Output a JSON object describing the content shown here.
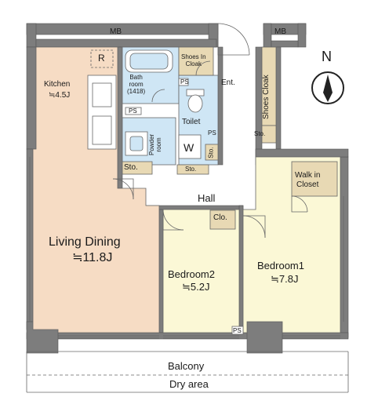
{
  "rooms": {
    "mb_left": "MB",
    "mb_right": "MB",
    "kitchen": "Kitchen",
    "kitchen_size": "≒4.5J",
    "refrigerator": "R",
    "bath": "Bath\nroom\n(1418)",
    "ps_bath": "PS",
    "ps_kitchen": "PS",
    "powder": "Powder\nroom",
    "washer": "W",
    "sto_powder": "Sto.",
    "sto_hall": "Sto.",
    "sto_small": "Sto.",
    "sto_shoes": "Sto.",
    "shoes_in_cloak": "Shoes In\nCloak",
    "shoes_cloak": "Shoes Cloak",
    "entrance": "Ent.",
    "toilet": "Toilet",
    "ps_toilet": "PS",
    "hall": "Hall",
    "walk_in_closet": "Walk in\nCloset",
    "closet": "Clo.",
    "living_dining": "Living Dining",
    "living_dining_size": "≒11.8J",
    "bedroom2": "Bedroom2",
    "bedroom2_size": "≒5.2J",
    "bedroom1": "Bedroom1",
    "bedroom1_size": "≒7.8J",
    "ps_bottom": "PS",
    "balcony": "Balcony",
    "dry_area": "Dry area"
  },
  "compass": {
    "label": "N"
  },
  "colors": {
    "wall": "#7d7d7d",
    "living": "#f6dcc4",
    "bedroom": "#fbf8d6",
    "wet": "#cfe6f5",
    "storage": "#e8d9b4",
    "hall": "#ffffff"
  }
}
